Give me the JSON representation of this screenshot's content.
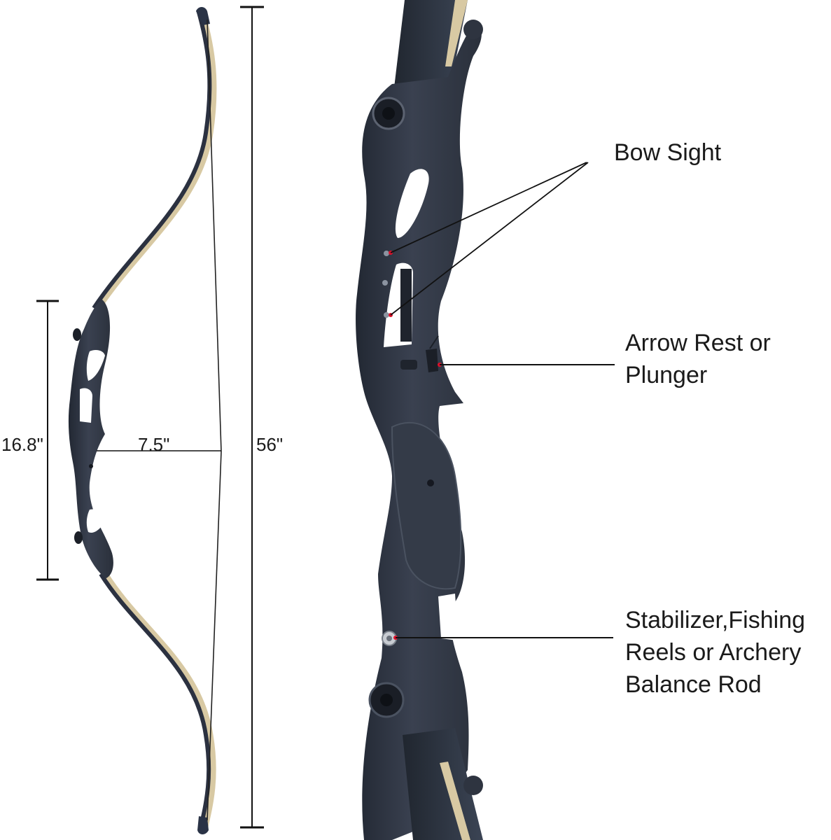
{
  "diagram": {
    "subject": "Recurve bow with riser detail",
    "colors": {
      "background": "#ffffff",
      "riser": "#2e3440",
      "riser_highlight": "#4a5260",
      "limb_face": "#2b3140",
      "limb_wood": "#d8c9a3",
      "string": "#222222",
      "leader_line": "#111111",
      "marker": "#e0102a"
    },
    "dimensions": {
      "riser_length": "16.8\"",
      "brace_height": "7.5\"",
      "bow_length": "56\""
    },
    "callouts": [
      {
        "id": "bow-sight",
        "lines": [
          "Bow Sight"
        ]
      },
      {
        "id": "arrow-rest",
        "lines": [
          "Arrow Rest or",
          "Plunger"
        ]
      },
      {
        "id": "stabilizer",
        "lines": [
          "Stabilizer,Fishing",
          "Reels or Archery",
          "Balance Rod"
        ]
      }
    ]
  }
}
